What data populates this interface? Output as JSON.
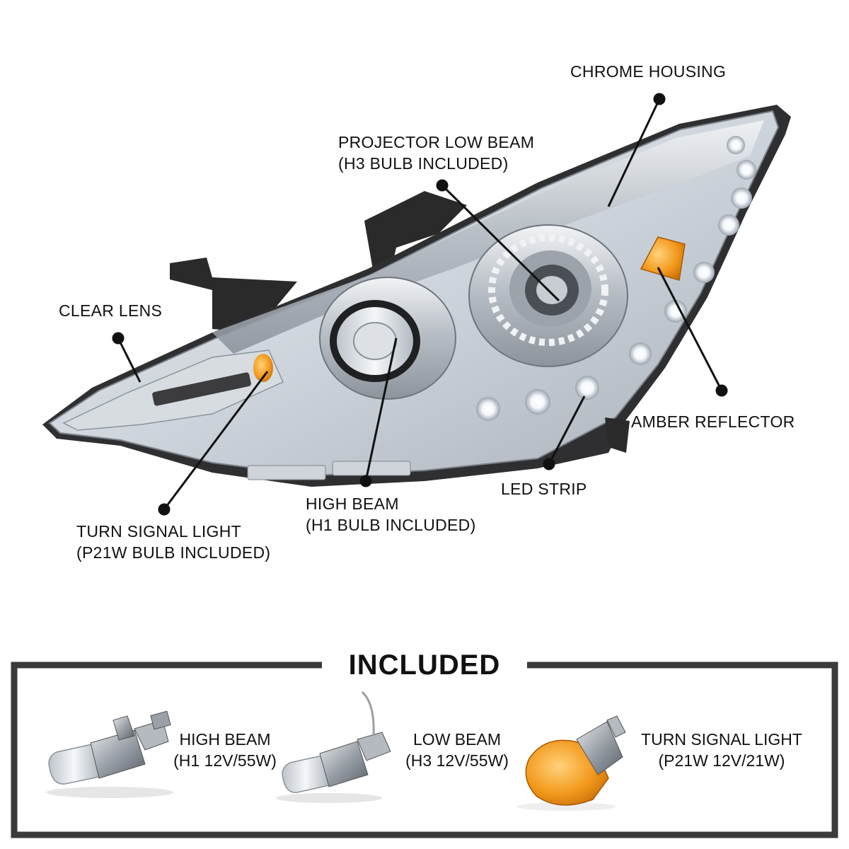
{
  "callouts": {
    "chrome_housing": {
      "line1": "CHROME HOUSING"
    },
    "projector_low_beam": {
      "line1": "PROJECTOR LOW BEAM",
      "line2": "(H3 BULB INCLUDED)"
    },
    "clear_lens": {
      "line1": "CLEAR LENS"
    },
    "amber_reflector": {
      "line1": "AMBER REFLECTOR"
    },
    "led_strip": {
      "line1": "LED STRIP"
    },
    "high_beam": {
      "line1": "HIGH BEAM",
      "line2": "(H1 BULB INCLUDED)"
    },
    "turn_signal": {
      "line1": "TURN SIGNAL LIGHT",
      "line2": "(P21W BULB INCLUDED)"
    }
  },
  "included": {
    "title": "INCLUDED",
    "items": [
      {
        "line1": "HIGH BEAM",
        "line2": "(H1 12V/55W)"
      },
      {
        "line1": "LOW BEAM",
        "line2": "(H3 12V/55W)"
      },
      {
        "line1": "TURN SIGNAL LIGHT",
        "line2": "(P21W 12V/21W)"
      }
    ]
  },
  "colors": {
    "frame": "#3a3a3a",
    "amber": "#f39a1e",
    "chrome": "#c9ced4",
    "housing_dark": "#2b2b2b"
  }
}
